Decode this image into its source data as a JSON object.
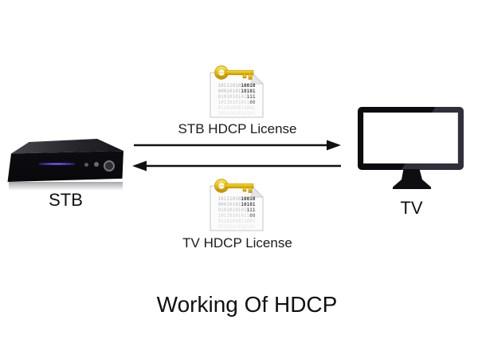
{
  "title": "Working Of HDCP",
  "stb": {
    "label": "STB"
  },
  "tv": {
    "label": "TV"
  },
  "flows": {
    "stb_to_tv": {
      "label": "STB HDCP License",
      "direction": "right"
    },
    "tv_to_stb": {
      "label": "TV HDCP License",
      "direction": "left"
    }
  },
  "license_doc": {
    "binary_rows": [
      {
        "light": "10111010",
        "dark": "10010"
      },
      {
        "light": "00010101",
        "dark": "10101"
      },
      {
        "light": "0101010101",
        "dark": "111"
      },
      {
        "light": "10110101011",
        "dark": "00"
      },
      {
        "light": "0110101011001",
        "dark": ""
      },
      {
        "light": "1010101010101",
        "dark": ""
      }
    ]
  },
  "colors": {
    "key_gold": "#eec200",
    "led_purple": "#6a4fd8",
    "arrow": "#111111",
    "device_black": "#0c0c10"
  }
}
